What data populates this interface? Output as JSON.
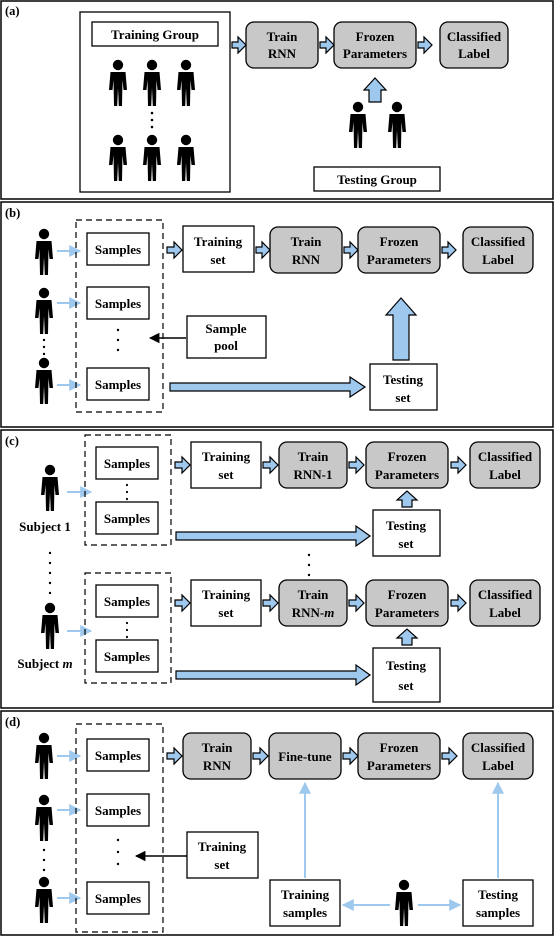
{
  "panels": {
    "a": {
      "label": "(a)",
      "training_group": "Training Group",
      "train_rnn": [
        "Train",
        "RNN"
      ],
      "frozen": [
        "Frozen",
        "Parameters"
      ],
      "classified": [
        "Classified",
        "Label"
      ],
      "testing_group": "Testing Group"
    },
    "b": {
      "label": "(b)",
      "samples": "Samples",
      "training_set": [
        "Training",
        "set"
      ],
      "train_rnn": [
        "Train",
        "RNN"
      ],
      "frozen": [
        "Frozen",
        "Parameters"
      ],
      "classified": [
        "Classified",
        "Label"
      ],
      "sample_pool": [
        "Sample",
        "pool"
      ],
      "testing_set": [
        "Testing",
        "set"
      ]
    },
    "c": {
      "label": "(c)",
      "samples": "Samples",
      "subject_1": "Subject 1",
      "subject_m": [
        "Subject ",
        "m"
      ],
      "training_set": [
        "Training",
        "set"
      ],
      "train_rnn_1": [
        "Train",
        "RNN-1"
      ],
      "train_rnn_m": [
        "Train",
        "RNN-",
        "m"
      ],
      "frozen": [
        "Frozen",
        "Parameters"
      ],
      "classified": [
        "Classified",
        "Label"
      ],
      "testing_set": [
        "Testing",
        "set"
      ]
    },
    "d": {
      "label": "(d)",
      "samples": "Samples",
      "train_rnn": [
        "Train",
        "RNN"
      ],
      "fine_tune": "Fine-tune",
      "frozen": [
        "Frozen",
        "Parameters"
      ],
      "classified": [
        "Classified",
        "Label"
      ],
      "training_set": [
        "Training",
        "set"
      ],
      "training_samples": [
        "Training",
        "samples"
      ],
      "testing_samples": [
        "Testing",
        "samples"
      ]
    }
  },
  "colors": {
    "process_fill": "#c8c8c8",
    "arrow_fill": "#9ec8ee",
    "stroke": "#000000"
  }
}
